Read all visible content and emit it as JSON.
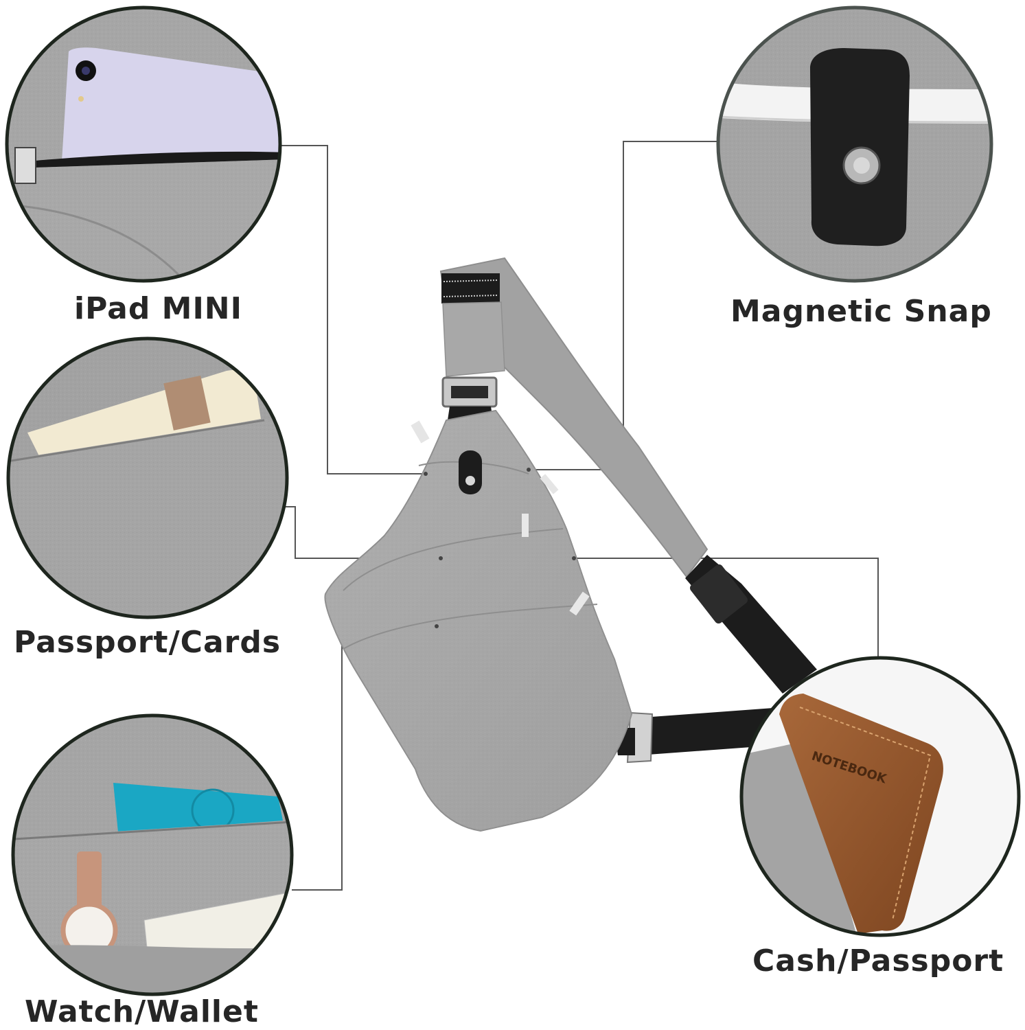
{
  "callouts": {
    "ipad": "iPad MINI",
    "magnetic": "Magnetic Snap",
    "passport_cards": "Passport/Cards",
    "watch_wallet": "Watch/Wallet",
    "cash_passport": "Cash/Passport"
  },
  "notebook": {
    "brand": "NOTEBOOK"
  },
  "colors": {
    "fabric": "#a8a8a8",
    "fabric_dark": "#8f8f8f",
    "strap_black": "#1c1c1c",
    "ring": "#1e261e",
    "tablet": "#d7d4ec",
    "leather": "#9a5a2c",
    "teal_card": "#1aa7c4"
  }
}
